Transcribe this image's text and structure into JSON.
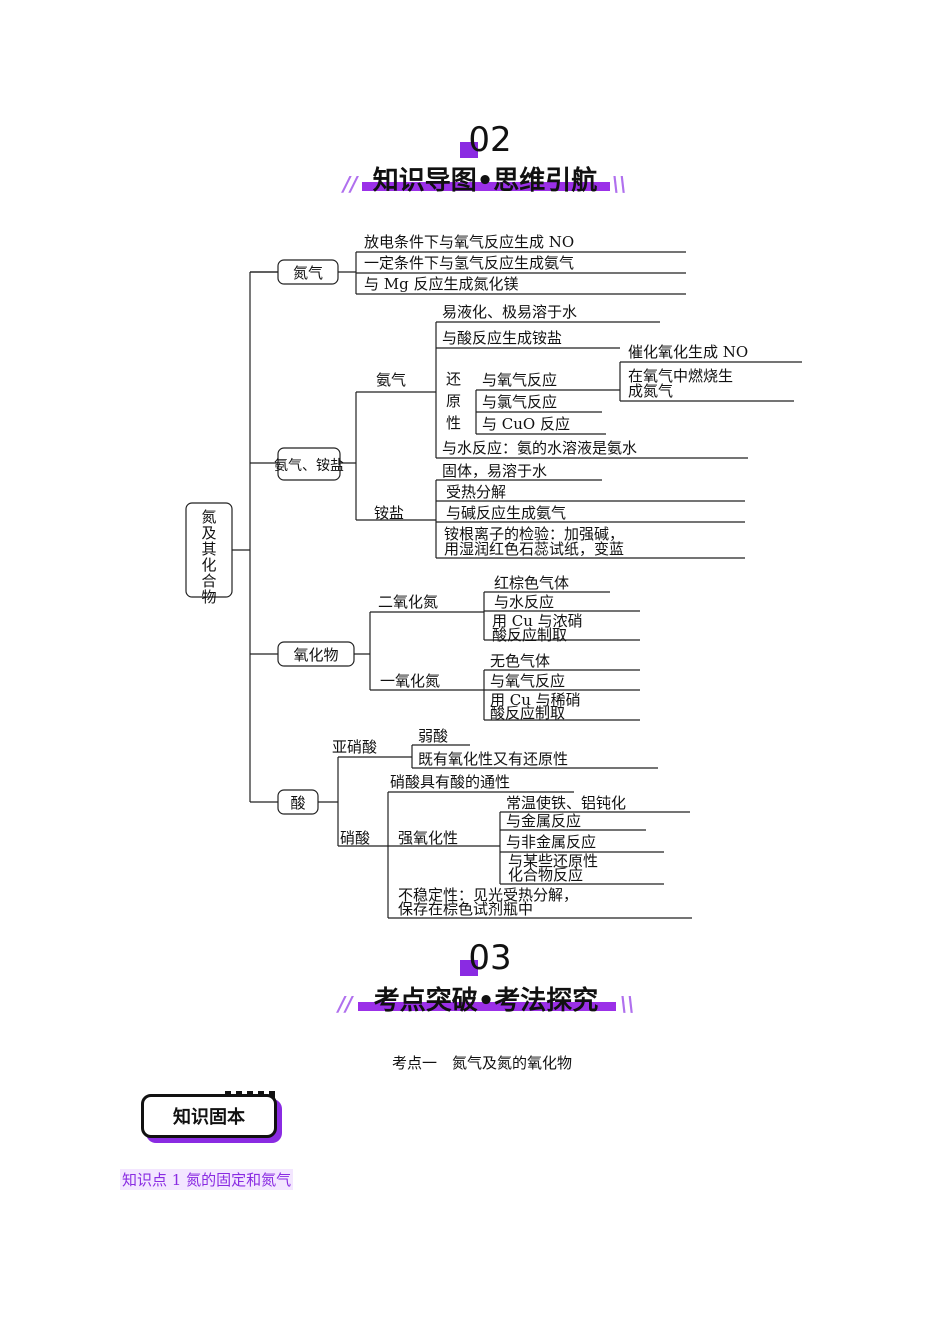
{
  "section2": {
    "number": "02",
    "title": "知识导图•思维引航"
  },
  "section3": {
    "number": "03",
    "title": "考点突破•考法探究"
  },
  "mindmap": {
    "root": "氮及其化合物",
    "nitrogen": {
      "label": "氮气",
      "items": [
        "放电条件下与氧气反应生成 NO",
        "一定条件下与氢气反应生成氨气",
        "与 Mg 反应生成氮化镁"
      ]
    },
    "ammonia_group": {
      "label": "氨气、铵盐",
      "ammonia": {
        "label": "氨气",
        "items": [
          "易液化、极易溶于水",
          "与酸反应生成铵盐",
          "与水反应：氨的水溶液是氨水"
        ],
        "reducing": {
          "label_chars": [
            "还",
            "原",
            "性"
          ],
          "o2": "与氧气反应",
          "o2_sub": [
            "催化氧化生成 NO",
            "在氧气中燃烧生",
            "成氮气"
          ],
          "cl2": "与氯气反应",
          "cuo": "与 CuO 反应"
        }
      },
      "salt": {
        "label": "铵盐",
        "items": [
          "固体，易溶于水",
          "受热分解",
          "与碱反应生成氨气",
          "铵根离子的检验：加强碱，",
          "用湿润红色石蕊试纸，变蓝"
        ]
      }
    },
    "oxides": {
      "label": "氧化物",
      "no2": {
        "label": "二氧化氮",
        "items": [
          "红棕色气体",
          "与水反应",
          "用 Cu 与浓硝",
          "酸反应制取"
        ]
      },
      "no": {
        "label": "一氧化氮",
        "items": [
          "无色气体",
          "与氧气反应",
          "用 Cu 与稀硝",
          "酸反应制取"
        ]
      }
    },
    "acids": {
      "label": "酸",
      "nitrous": {
        "label": "亚硝酸",
        "items": [
          "弱酸",
          "既有氧化性又有还原性"
        ]
      },
      "nitric": {
        "label": "硝酸",
        "general": "硝酸具有酸的通性",
        "oxidizing": {
          "label": "强氧化性",
          "items": [
            "常温使铁、铝钝化",
            "与金属反应",
            "与非金属反应",
            "与某些还原性",
            "化合物反应"
          ]
        },
        "unstable": [
          "不稳定性：见光受热分解，",
          "保存在棕色试剂瓶中"
        ]
      }
    }
  },
  "exam_point": "考点一　氮气及氮的氧化物",
  "knowledge_box": "知识固本",
  "knowledge_point_prefix": "知识点 1",
  "knowledge_point_title": "氮的固定和氮气"
}
